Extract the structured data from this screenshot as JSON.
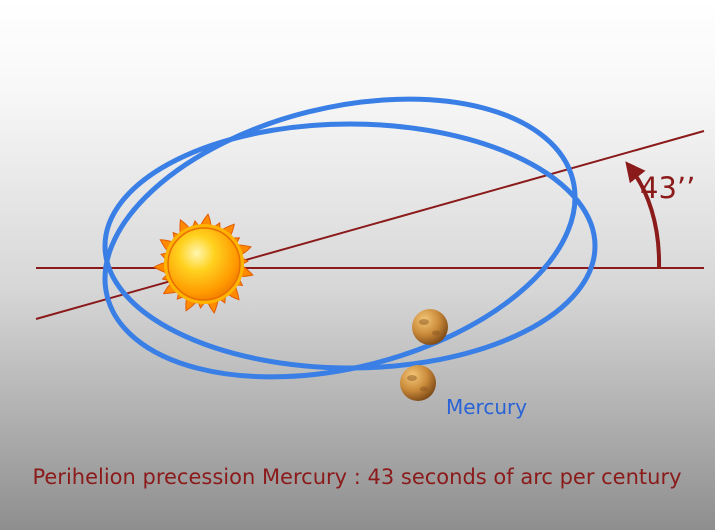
{
  "labels": {
    "angle": "43’’",
    "planet": "Mercury",
    "caption": "Perihelion precession Mercury : 43 seconds of arc per century"
  },
  "colors": {
    "orbit": "#3a7fe6",
    "axis_line": "#8b1a1a",
    "angle_arrow": "#8b1a1a",
    "planet_label": "#2a63d6",
    "caption": "#8b1a1a",
    "background_top": "#ffffff",
    "background_bottom": "#8e8e8e"
  },
  "icons": {
    "sun": "sun-icon",
    "planet": "mercury-icon"
  }
}
